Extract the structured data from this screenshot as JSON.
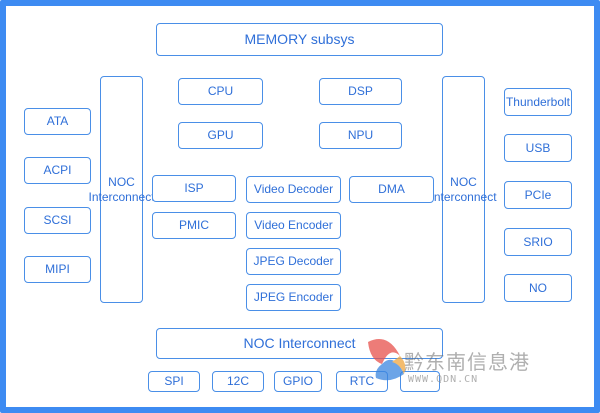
{
  "memory": "MEMORY subsys",
  "noc_left": "NOC Interconnect",
  "noc_right": "NOC Interconnect",
  "noc_bottom": "NOC Interconnect",
  "left_column": [
    "ATA",
    "ACPI",
    "SCSI",
    "MIPI"
  ],
  "right_column": [
    "Thunderbolt",
    "USB",
    "PCIe",
    "SRIO",
    "NO"
  ],
  "core": {
    "cpu": "CPU",
    "dsp": "DSP",
    "gpu": "GPU",
    "npu": "NPU"
  },
  "middle": {
    "isp": "ISP",
    "pmic": "PMIC",
    "video_decoder": "Video Decoder",
    "video_encoder": "Video Encoder",
    "jpeg_decoder": "JPEG Decoder",
    "jpeg_encoder": "JPEG Encoder",
    "dma": "DMA"
  },
  "bottom_row": [
    "SPI",
    "12C",
    "GPIO",
    "RTC"
  ],
  "watermark": {
    "text": "黔东南信息港",
    "url": "WWW.QDN.CN"
  },
  "colors": {
    "frame": "#3d8bf2",
    "box_border": "#4a8fe7",
    "text": "#2f6fd8"
  }
}
